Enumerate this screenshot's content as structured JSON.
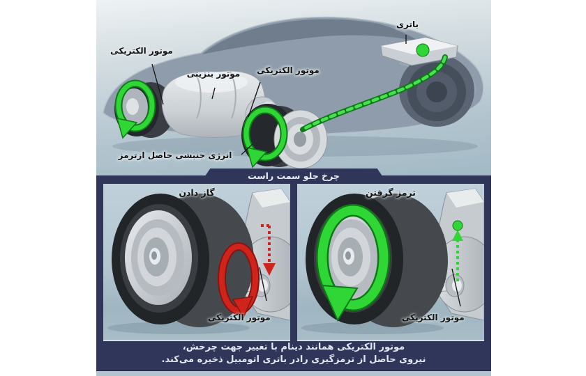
{
  "figure": {
    "top_diagram": {
      "labels": {
        "battery": "باترى",
        "electric_motor_rear": "موتور الکتریکی",
        "gasoline_engine": "موتور بنزینی",
        "electric_motor_front": "موتور الکتریکی",
        "kinetic_energy": "انرژی جنبشی حاصل ازترمز"
      }
    },
    "banner": {
      "title": "چرخ جلو سمت راست"
    },
    "panels": {
      "accelerate": {
        "title": "گاز دادن",
        "motor_label": "موتور الکتریکی"
      },
      "brake": {
        "title": "ترمز گرفتن",
        "motor_label": "موتور الکتریکی"
      }
    },
    "caption": {
      "line1": "موتور الکتریکی همانند دینام با تغییر جهت چرخش،",
      "line2": "نیروی حاصل از ترمزگیری رادر باتری اتومبیل ذخیره می‌کند."
    }
  },
  "colors": {
    "green": "#2fd636",
    "green-dark": "#0e7a15",
    "red": "#cf241c",
    "red-dark": "#8a1410",
    "navy": "#30365a",
    "panel-blue": "#b2c5d0"
  }
}
